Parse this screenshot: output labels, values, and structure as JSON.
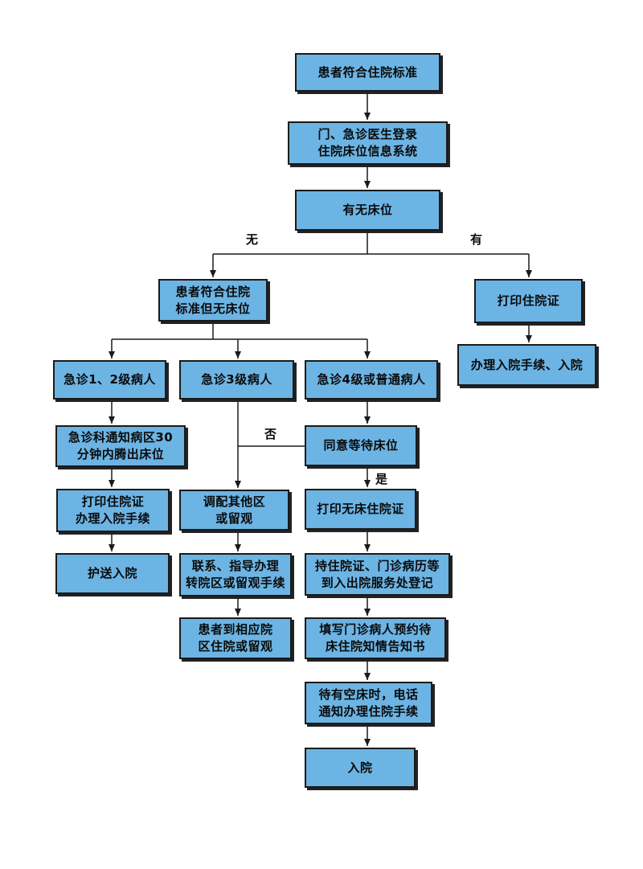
{
  "colors": {
    "box_fill": "#6cb4e4",
    "box_border": "#1a1a1a",
    "line": "#1a1a1a"
  },
  "nodes": {
    "n1": {
      "l1": "患者符合住院标准"
    },
    "n2": {
      "l1": "门、急诊医生登录",
      "l2": "住院床位信息系统"
    },
    "n3": {
      "l1": "有无床位"
    },
    "n4": {
      "l1": "患者符合住院",
      "l2": "标准但无床位"
    },
    "n5": {
      "l1": "打印住院证"
    },
    "n6": {
      "l1": "办理入院手续、入院"
    },
    "n7": {
      "l1": "急诊1、2级病人"
    },
    "n8": {
      "l1": "急诊3级病人"
    },
    "n9": {
      "l1": "急诊4级或普通病人"
    },
    "n10": {
      "l1": "急诊科通知病区30",
      "l2": "分钟内腾出床位"
    },
    "n11": {
      "l1": "同意等待床位"
    },
    "n12": {
      "l1": "打印住院证",
      "l2": "办理入院手续"
    },
    "n13": {
      "l1": "调配其他区",
      "l2": "或留观"
    },
    "n14": {
      "l1": "打印无床住院证"
    },
    "n15": {
      "l1": "护送入院"
    },
    "n16": {
      "l1": "联系、指导办理",
      "l2": "转院区或留观手续"
    },
    "n17": {
      "l1": "持住院证、门诊病历等",
      "l2": "到入出院服务处登记"
    },
    "n18": {
      "l1": "患者到相应院",
      "l2": "区住院或留观"
    },
    "n19": {
      "l1": "填写门诊病人预约待",
      "l2": "床住院知情告知书"
    },
    "n20": {
      "l1": "待有空床时，电话",
      "l2": "通知办理住院手续"
    },
    "n21": {
      "l1": "入院"
    }
  },
  "edge_labels": {
    "no_bed": "无",
    "has_bed": "有",
    "no": "否",
    "yes": "是"
  }
}
